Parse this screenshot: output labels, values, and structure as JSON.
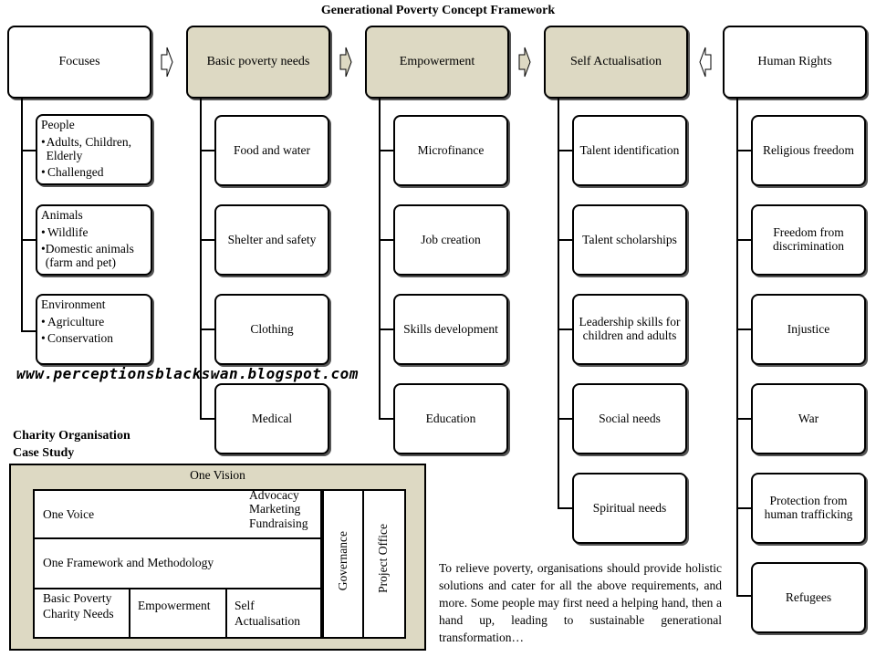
{
  "title": "Generational Poverty Concept Framework",
  "columns": [
    {
      "heading": "Focuses",
      "highlight": false
    },
    {
      "heading": "Basic poverty needs",
      "highlight": true,
      "items": [
        "Food and water",
        "Shelter and safety",
        "Clothing",
        "Medical"
      ]
    },
    {
      "heading": "Empowerment",
      "highlight": true,
      "items": [
        "Microfinance",
        "Job creation",
        "Skills  development",
        "Education"
      ]
    },
    {
      "heading": "Self Actualisation",
      "highlight": true,
      "items": [
        "Talent identification",
        "Talent scholarships",
        "Leadership skills for children and adults",
        "Social needs",
        "Spiritual  needs"
      ]
    },
    {
      "heading": "Human Rights",
      "highlight": false,
      "items": [
        "Religious  freedom",
        "Freedom from discrimination",
        "Injustice",
        "War",
        "Protection from human trafficking",
        "Refugees"
      ]
    }
  ],
  "focuses": [
    {
      "heading": "People",
      "bullets": [
        "Adults, Children, Elderly",
        "Challenged"
      ]
    },
    {
      "heading": "Animals",
      "bullets": [
        "Wildlife",
        "Domestic  animals (farm and pet)"
      ]
    },
    {
      "heading": "Environment",
      "bullets": [
        "Agriculture",
        "Conservation"
      ]
    }
  ],
  "watermark": "www.perceptionsblackswan.blogspot.com",
  "case_study": {
    "title_line1": "Charity  Organisation",
    "title_line2": "Case Study",
    "vision": "One Vision",
    "voice": "One Voice",
    "voice_items": [
      "Advocacy",
      "Marketing",
      "Fundraising"
    ],
    "framework": "One Framework and Methodology",
    "basic": "Basic Poverty Charity Needs",
    "empowerment": "Empowerment",
    "self_actualisation": "Self Actualisation",
    "governance": "Governance",
    "project_office": "Project Office"
  },
  "paragraph": "To relieve  poverty,  organisations  should provide holistic  solutions  and cater for all  the  above requirements,  and more.  Some people may first need a helping  hand,  then a hand up,  leading  to sustainable  generational  transformation…"
}
